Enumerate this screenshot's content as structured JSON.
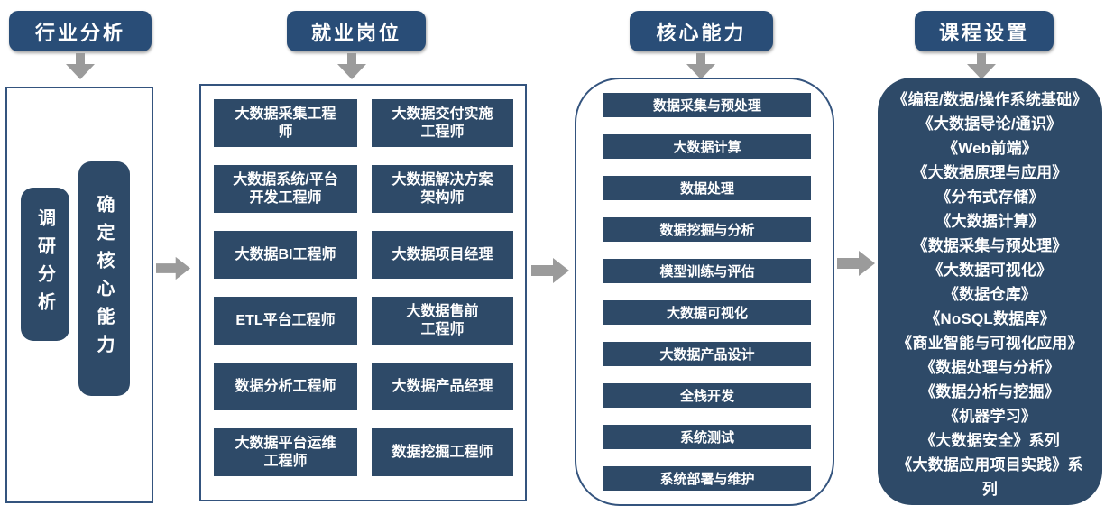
{
  "colors": {
    "header_navy": "#294D77",
    "box_navy": "#2E4A68",
    "panel_border_blue": "#34547E",
    "arrow_gray": "#9B9B9B",
    "text_white": "#FFFFFF"
  },
  "industry": {
    "header": "行业分析",
    "items": [
      "调研分析",
      "确定核心能力"
    ]
  },
  "jobs": {
    "header": "就业岗位",
    "left": [
      "大数据采集工程\n师",
      "大数据系统/平台\n开发工程师",
      "大数据BI工程师",
      "ETL平台工程师",
      "数据分析工程师",
      "大数据平台运维\n工程师"
    ],
    "right": [
      "大数据交付实施\n工程师",
      "大数据解决方案\n架构师",
      "大数据项目经理",
      "大数据售前\n工程师",
      "大数据产品经理",
      "数据挖掘工程师"
    ]
  },
  "capabilities": {
    "header": "核心能力",
    "items": [
      "数据采集与预处理",
      "大数据计算",
      "数据处理",
      "数据挖掘与分析",
      "模型训练与评估",
      "大数据可视化",
      "大数据产品设计",
      "全栈开发",
      "系统测试",
      "系统部署与维护"
    ]
  },
  "courses": {
    "header": "课程设置",
    "items": [
      "《编程/数据/操作系统基础》",
      "《大数据导论/通识》",
      "《Web前端》",
      "《大数据原理与应用》",
      "《分布式存储》",
      "《大数据计算》",
      "《数据采集与预处理》",
      "《大数据可视化》",
      "《数据仓库》",
      "《NoSQL数据库》",
      "《商业智能与可视化应用》",
      "《数据处理与分析》",
      "《数据分析与挖掘》",
      "《机器学习》",
      "《大数据安全》系列",
      "《大数据应用项目实践》系\n列"
    ]
  }
}
